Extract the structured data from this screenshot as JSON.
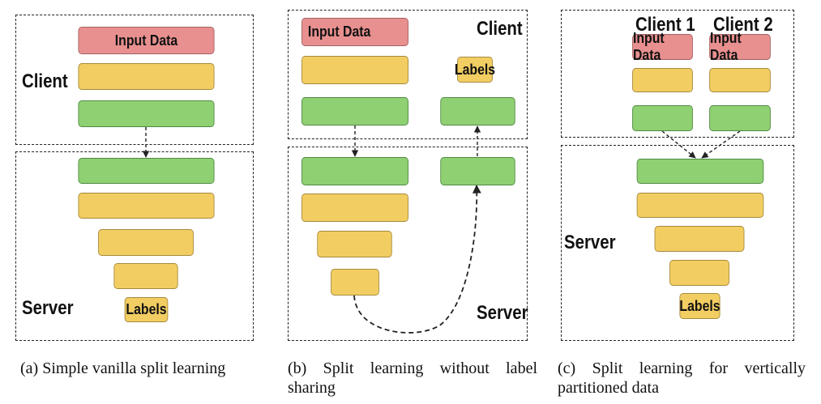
{
  "panel_a": {
    "client_label": "Client",
    "server_label": "Server",
    "input_block": "Input Data",
    "labels_block": "Labels",
    "caption": "(a) Simple vanilla split learning"
  },
  "panel_b": {
    "client_label": "Client",
    "server_label": "Server",
    "input_block": "Input Data",
    "labels_block": "Labels",
    "caption_line1": "(b) Split learning without label",
    "caption_line2": "sharing"
  },
  "panel_c": {
    "client1_label": "Client 1",
    "client2_label": "Client 2",
    "server_label": "Server",
    "input_block_1": "Input Data",
    "input_block_2": "Input Data",
    "labels_block": "Labels",
    "caption_line1": "(c) Split learning for vertically",
    "caption_line2": "partitioned data"
  },
  "colors": {
    "input": "#e8908f",
    "hidden_yellow": "#f2cd62",
    "hidden_green": "#8fd072",
    "border": "#222222"
  }
}
